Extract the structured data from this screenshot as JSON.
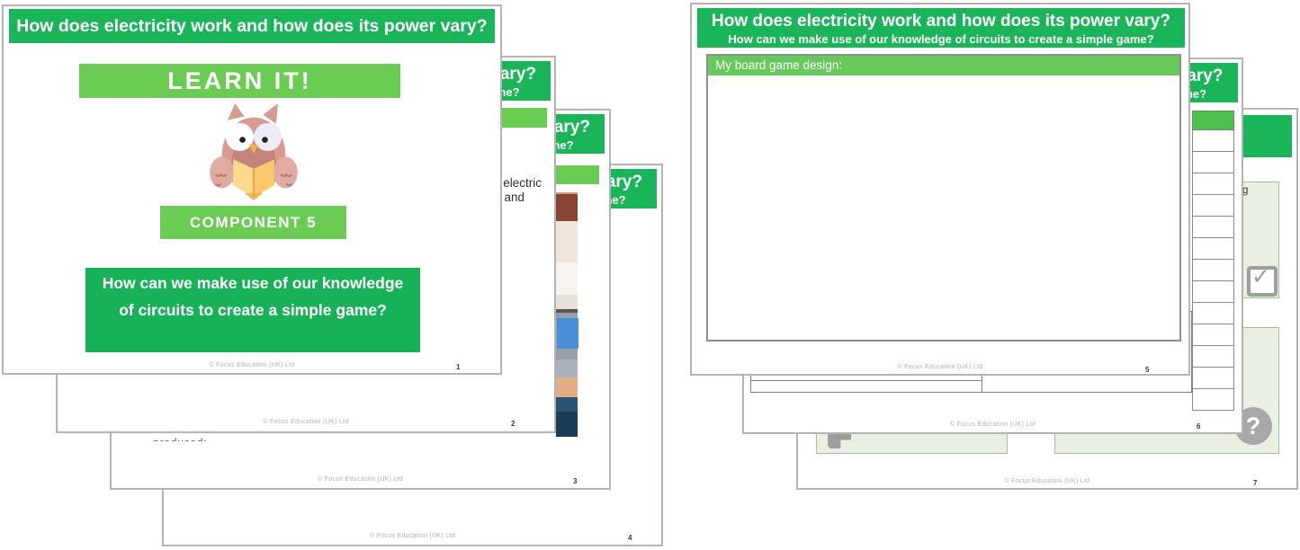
{
  "app": {
    "description": "Slide overview of a primary science presentation, two cascaded stacks of slide thumbnails",
    "background": "#ffffff"
  },
  "colors": {
    "green_dark": "#19b558",
    "green_light": "#6acc53",
    "green_table_header": "#4ec04e",
    "panel_bg": "#e9efe2",
    "panel_border": "#90cb90",
    "icon_grey": "#9e9e9e",
    "slide_border": "#b4b4b4"
  },
  "slides": {
    "s1": {
      "page_number": "1",
      "header": "How does electricity work and how does its power vary?",
      "banner_learn": "LEARN IT!",
      "banner_component": "COMPONENT 5",
      "question": "How can we make use of our knowledge of circuits to create a simple game?",
      "footer": "© Focus Education (UK) Ltd"
    },
    "s2": {
      "page_number": "2",
      "header": "How does electricity work and how does its power vary?",
      "subheader": "How can we make use of our knowledge of circuits to create a simple game?",
      "fragment_line1": "electric",
      "fragment_line2": "and",
      "footer": "© Focus Education (UK) Ltd"
    },
    "s3": {
      "page_number": "3",
      "header": "How does electricity work and how does its power vary?",
      "subheader": "How can we make use of our knowledge of circuits to create a simple game?",
      "fragment": "produced:",
      "footer": "© Focus Education (UK) Ltd"
    },
    "s4": {
      "page_number": "4",
      "header": "How does electricity work and how does its power vary?",
      "subheader": "How can we make use of our knowledge of circuits to create a simple game?",
      "footer": "© Focus Education (UK) Ltd"
    },
    "s5": {
      "page_number": "5",
      "header": "How does electricity work and how does its power vary?",
      "subheader": "How can we make use of our knowledge of circuits to create a simple game?",
      "box_title": "My board game design:",
      "footer": "© Focus Education (UK) Ltd"
    },
    "s6": {
      "page_number": "6",
      "header": "How does electricity work and how does its power vary?",
      "subheader": "How can we make use of our knowledge of circuits to create a simple game?",
      "table_row_count": 13,
      "footer": "© Focus Education (UK) Ltd"
    },
    "s7": {
      "page_number": "7",
      "fragment": "g",
      "question_mark": "?",
      "footer": "© Focus Education (UK) Ltd"
    }
  }
}
